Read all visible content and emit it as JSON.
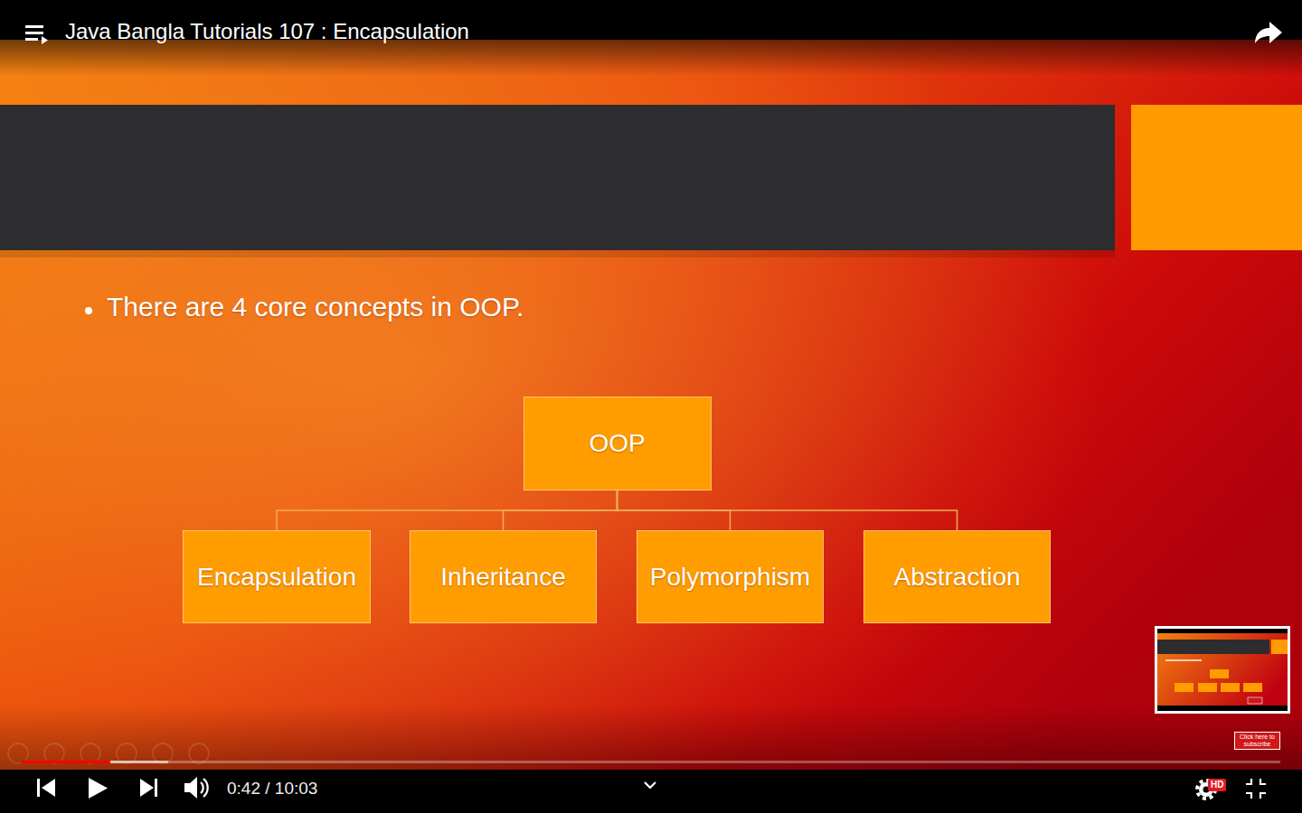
{
  "diagram": {
    "title": "Java Bangla Tutorials 107 : Encapsulation",
    "nodes": [
      {
        "text": [
          "OOP"
        ]
      },
      {
        "text": [
          "Encapsulation"
        ]
      },
      {
        "text": [
          "Inheritance"
        ]
      },
      {
        "text": [
          "Polymorphism"
        ]
      },
      {
        "text": [
          "Abstraction"
        ]
      }
    ],
    "edges": [
      {
        "from": 0,
        "to": 1,
        "arrow": "none"
      },
      {
        "from": 0,
        "to": 2,
        "arrow": "none"
      },
      {
        "from": 0,
        "to": 3,
        "arrow": "none"
      },
      {
        "from": 0,
        "to": 4,
        "arrow": "none"
      }
    ],
    "labels": [
      "There are 4 core concepts in OOP.",
      "0:42 / 10:03",
      "HD",
      "Click here to subscribe"
    ]
  }
}
